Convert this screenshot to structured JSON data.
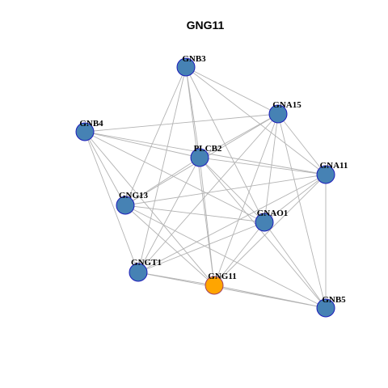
{
  "title": "GNG11",
  "colors": {
    "node_fill": "#4682b4",
    "node_stroke": "#1c1cba",
    "highlight_fill": "#ffa500",
    "highlight_stroke": "#a04060",
    "edge": "#b3b3b3"
  },
  "nodes": [
    {
      "id": "GNB3",
      "label": "GNB3",
      "highlight": false
    },
    {
      "id": "GNA15",
      "label": "GNA15",
      "highlight": false
    },
    {
      "id": "GNB4",
      "label": "GNB4",
      "highlight": false
    },
    {
      "id": "PLCB2",
      "label": "PLCB2",
      "highlight": false
    },
    {
      "id": "GNA11",
      "label": "GNA11",
      "highlight": false
    },
    {
      "id": "GNG13",
      "label": "GNG13",
      "highlight": false
    },
    {
      "id": "GNAO1",
      "label": "GNAO1",
      "highlight": false
    },
    {
      "id": "GNGT1",
      "label": "GNGT1",
      "highlight": false
    },
    {
      "id": "GNG11",
      "label": "GNG11",
      "highlight": true
    },
    {
      "id": "GNB5",
      "label": "GNB5",
      "highlight": false
    }
  ],
  "edges": [
    [
      "GNB3",
      "GNA15"
    ],
    [
      "GNB3",
      "PLCB2"
    ],
    [
      "GNB3",
      "GNA11"
    ],
    [
      "GNB3",
      "GNG13"
    ],
    [
      "GNB3",
      "GNAO1"
    ],
    [
      "GNB3",
      "GNGT1"
    ],
    [
      "GNB3",
      "GNG11"
    ],
    [
      "GNB4",
      "GNA15"
    ],
    [
      "GNB4",
      "PLCB2"
    ],
    [
      "GNB4",
      "GNA11"
    ],
    [
      "GNB4",
      "GNG13"
    ],
    [
      "GNB4",
      "GNAO1"
    ],
    [
      "GNB4",
      "GNGT1"
    ],
    [
      "GNB4",
      "GNG11"
    ],
    [
      "GNA15",
      "PLCB2"
    ],
    [
      "GNA15",
      "GNA11"
    ],
    [
      "GNA15",
      "GNG13"
    ],
    [
      "GNA15",
      "GNAO1"
    ],
    [
      "GNA15",
      "GNGT1"
    ],
    [
      "GNA15",
      "GNG11"
    ],
    [
      "GNA15",
      "GNB5"
    ],
    [
      "PLCB2",
      "GNA11"
    ],
    [
      "PLCB2",
      "GNG13"
    ],
    [
      "PLCB2",
      "GNAO1"
    ],
    [
      "PLCB2",
      "GNGT1"
    ],
    [
      "PLCB2",
      "GNG11"
    ],
    [
      "PLCB2",
      "GNB5"
    ],
    [
      "GNA11",
      "GNG13"
    ],
    [
      "GNA11",
      "GNAO1"
    ],
    [
      "GNA11",
      "GNGT1"
    ],
    [
      "GNA11",
      "GNG11"
    ],
    [
      "GNA11",
      "GNB5"
    ],
    [
      "GNG13",
      "GNAO1"
    ],
    [
      "GNG13",
      "GNG11"
    ],
    [
      "GNG13",
      "GNB5"
    ],
    [
      "GNAO1",
      "GNGT1"
    ],
    [
      "GNAO1",
      "GNG11"
    ],
    [
      "GNAO1",
      "GNB5"
    ],
    [
      "GNGT1",
      "GNG11"
    ],
    [
      "GNGT1",
      "GNB5"
    ],
    [
      "GNG11",
      "GNB5"
    ]
  ]
}
